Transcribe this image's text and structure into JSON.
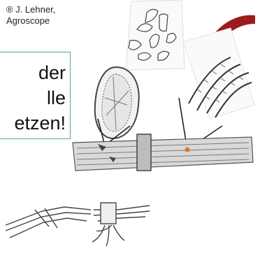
{
  "credit": {
    "line1": "® J. Lehner,",
    "line2": "Agroscope"
  },
  "callout": {
    "line1": "der",
    "line2": "lle",
    "line3": "etzen!",
    "border_color": "#5aa874"
  },
  "colors": {
    "arc": "#9e1b1b",
    "lesion_dot": "#d9772c",
    "ink": "#333333"
  },
  "illustrations": [
    "conidia-cluster",
    "pycnidium-cross-section",
    "septate-spores",
    "infected-stem-segment",
    "broken-straw-stems"
  ]
}
